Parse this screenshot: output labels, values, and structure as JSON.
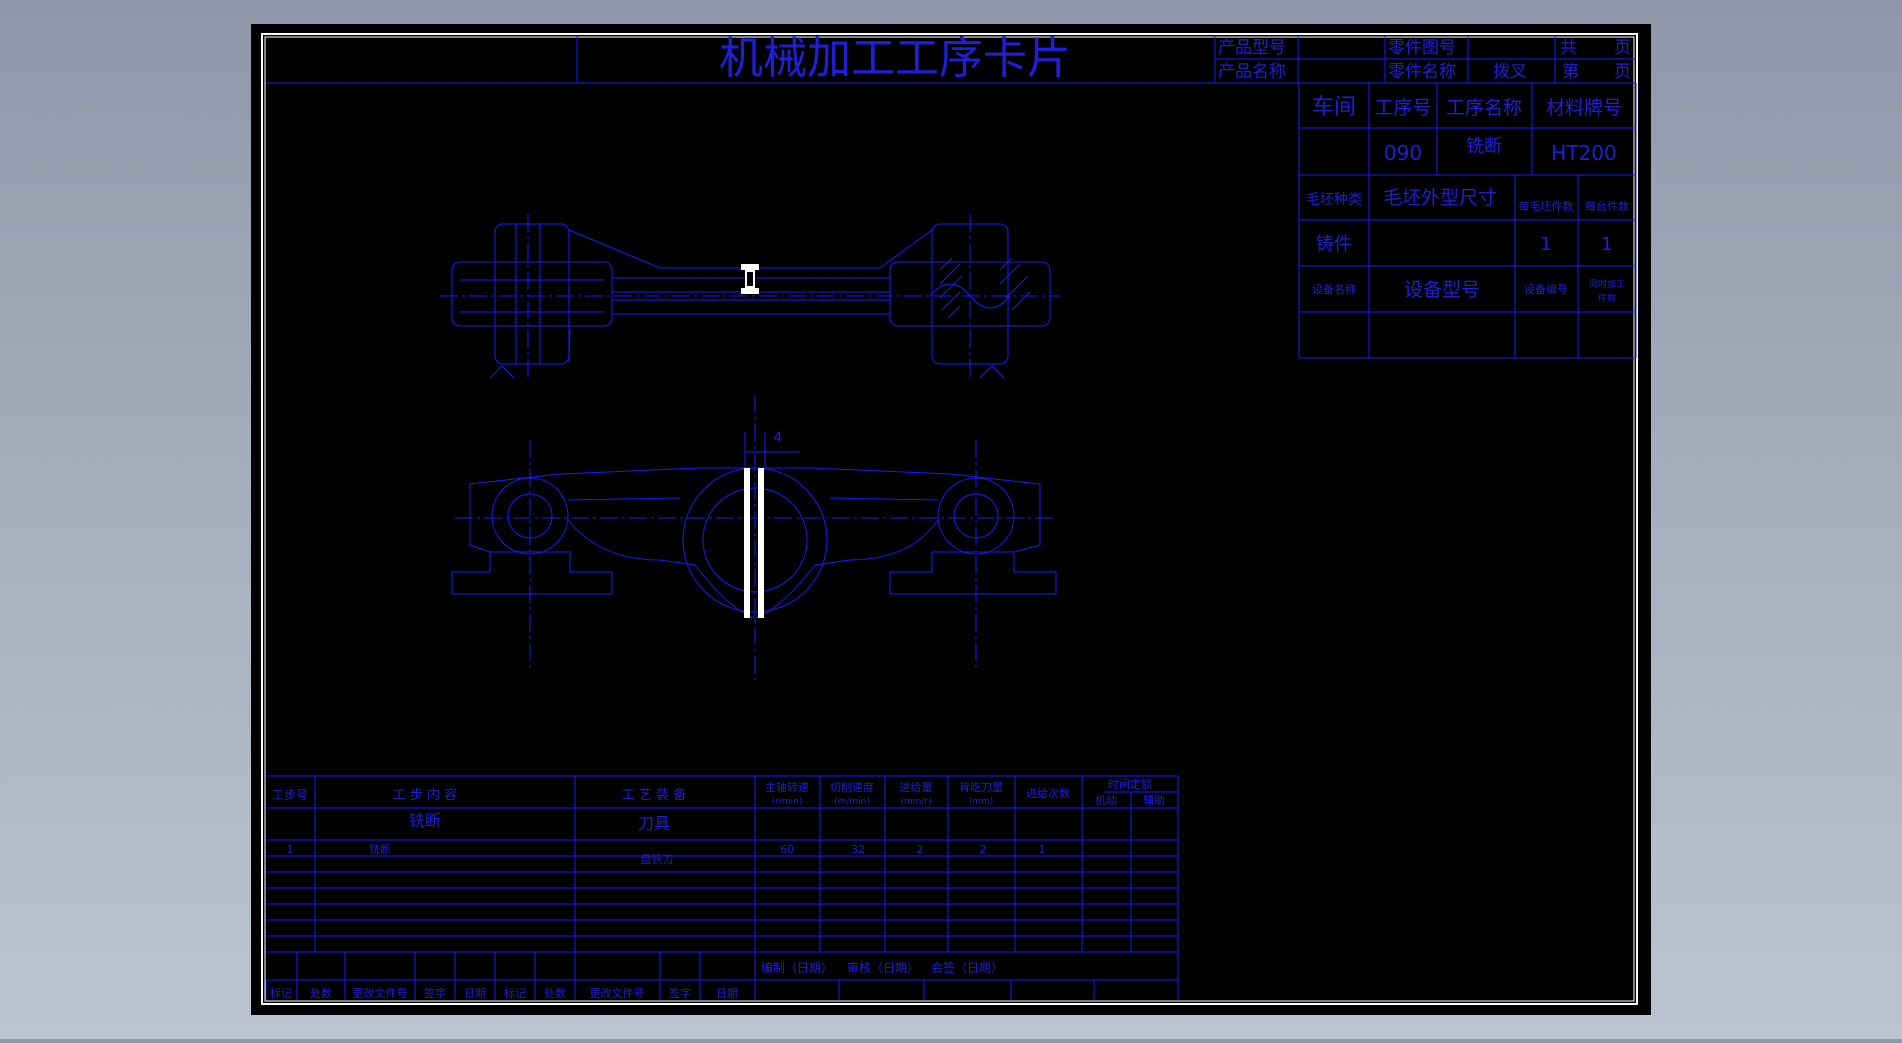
{
  "colors": {
    "line": "#1a1aff",
    "text": "#1f1fd8",
    "paper": "#000000",
    "border": "#ffffff",
    "fixture": "#ffffff",
    "bg_top": "#8e98a8",
    "bg_bottom": "#bcc4d0"
  },
  "title_block": {
    "title": "机械加工工序卡片",
    "product_model_label": "产品型号",
    "product_name_label": "产品名称",
    "part_drawing_no_label": "零件图号",
    "part_name_label": "零件名称",
    "part_name_value": "拨叉",
    "total_label": "共",
    "page_unit_1": "页",
    "sheet_label": "第",
    "page_unit_2": "页"
  },
  "info_table": {
    "workshop_label": "车间",
    "op_no_label": "工序号",
    "op_name_label": "工序名称",
    "material_label": "材料牌号",
    "op_no_value": "090",
    "op_name_value": "铣断",
    "material_value": "HT200",
    "blank_type_label": "毛坯种类",
    "blank_size_label": "毛坯外型尺寸",
    "blank_pieces_label": "每毛坯件数",
    "parts_per_unit_label": "每台件数",
    "blank_type_value": "铸件",
    "blank_pieces_value": "1",
    "parts_per_unit_value": "1",
    "equipment_name_label": "设备名称",
    "equipment_model_label": "设备型号",
    "equipment_no_label": "设备编号",
    "simultaneous_label_1": "同时加工",
    "simultaneous_label_2": "件数"
  },
  "drawing": {
    "dimension_label": "4"
  },
  "process_table": {
    "step_no_label": "工步号",
    "step_content_label": "工 步 内 容",
    "tooling_label": "工 艺 装 备",
    "spindle_speed_label": "主轴转速",
    "spindle_speed_unit": "(r/min)",
    "cutting_speed_label": "切削速度",
    "cutting_speed_unit": "(m/min)",
    "feed_label": "进给量",
    "feed_unit": "(mm/r)",
    "depth_label": "背吃刀量",
    "depth_unit": "(mm)",
    "passes_label": "进给次数",
    "time_label": "时间定额",
    "machine_time_label": "机动",
    "aux_time_label": "辅助",
    "content_value": "铣断",
    "tooling_value": "刀具",
    "rows": [
      {
        "step": "1",
        "content": "铣断",
        "tool": "盘铣刀",
        "speed": "60",
        "cut_speed": "32",
        "feed": "2",
        "depth": "2",
        "passes": "1"
      }
    ]
  },
  "signature_block": {
    "compile": "编制（日期）",
    "review": "审核（日期）",
    "countersign": "会签（日期）",
    "mark_1": "标记",
    "count_1": "处数",
    "doc_no_1": "更改文件号",
    "sign_1": "签字",
    "date_1": "日期",
    "mark_2": "标记",
    "count_2": "处数",
    "doc_no_2": "更改文件号",
    "sign_2": "签字",
    "date_2": "日期"
  }
}
